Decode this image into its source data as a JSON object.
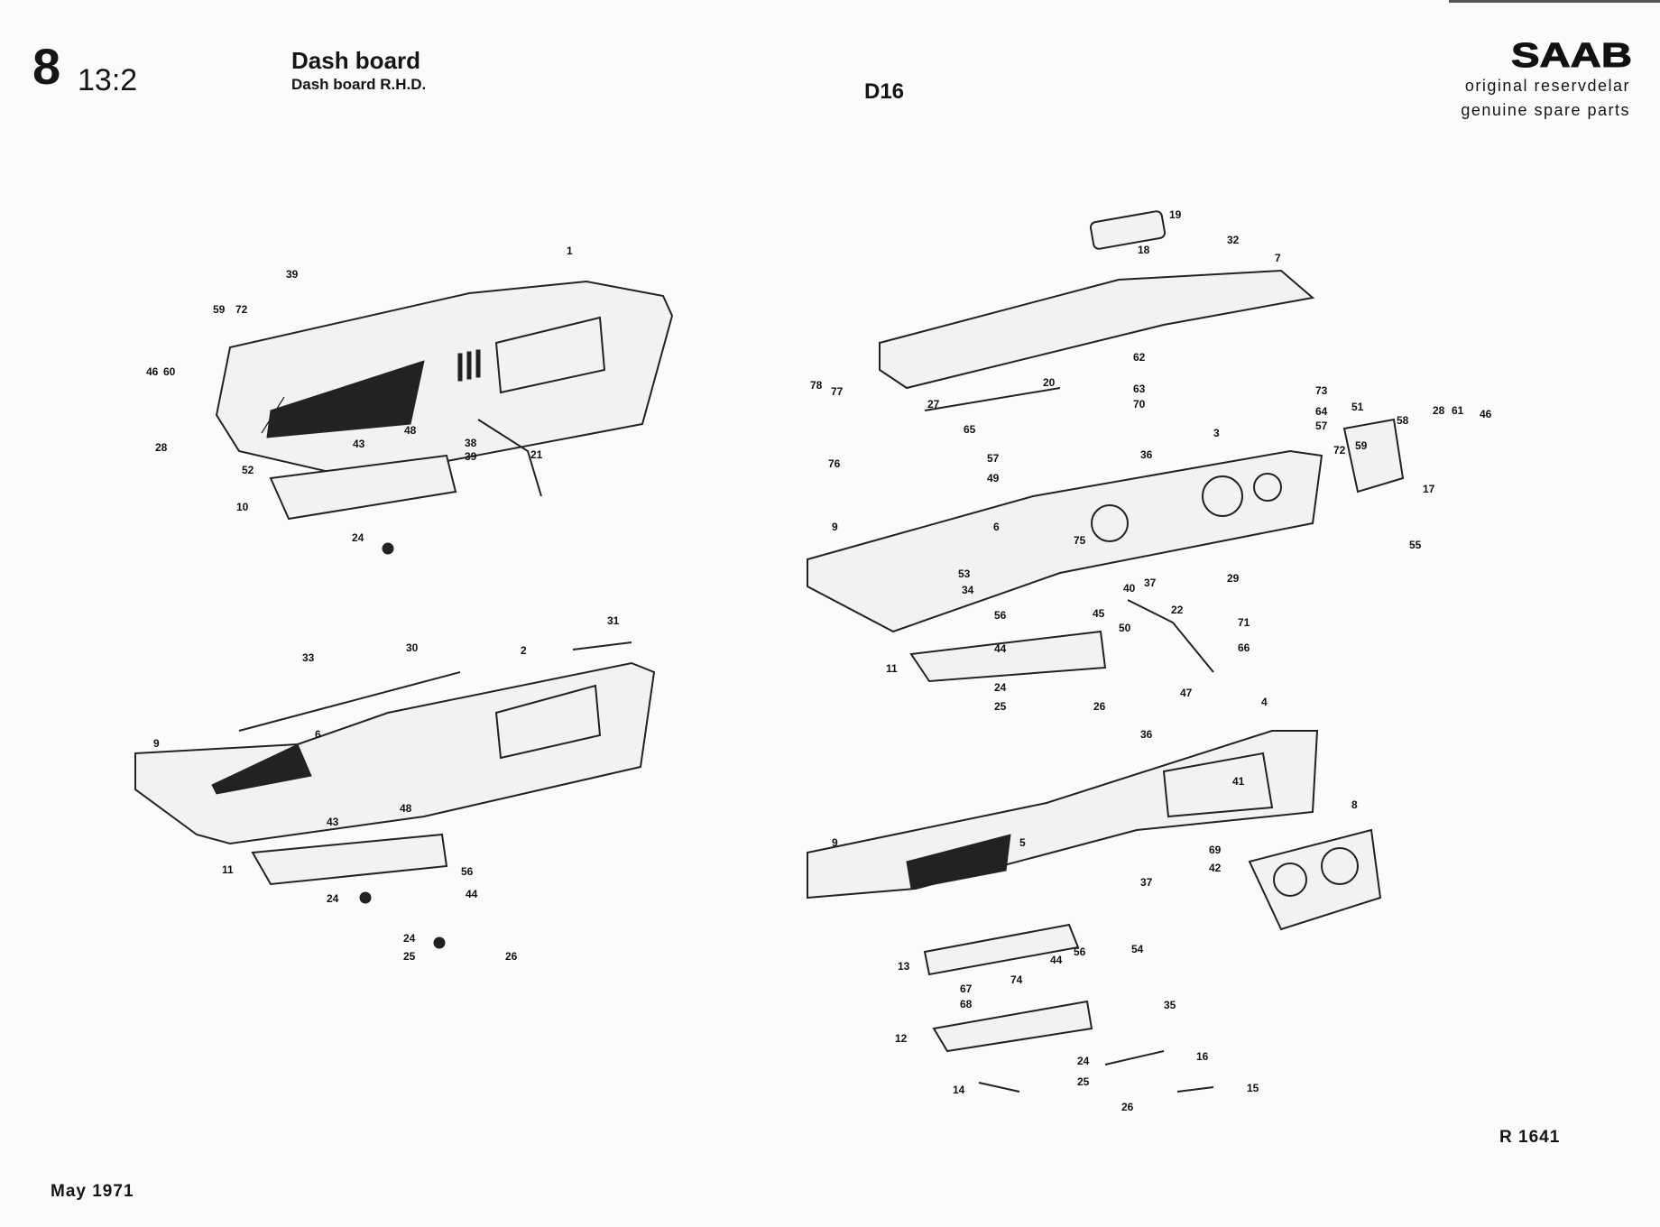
{
  "header": {
    "section_number": "8",
    "section_sub": "13:2",
    "title": "Dash board",
    "subtitle": "Dash board R.H.D.",
    "model": "D16",
    "brand_logo": "SAAB",
    "brand_line1": "original reservdelar",
    "brand_line2": "genuine spare parts"
  },
  "footer": {
    "reference": "R 1641",
    "date": "May 1971"
  },
  "callouts": {
    "a1": "1",
    "a39": "39",
    "a59": "59",
    "a72": "72",
    "a46": "46",
    "a60": "60",
    "a28": "28",
    "a43": "43",
    "a48": "48",
    "a38": "38",
    "a39b": "39",
    "a52": "52",
    "a21": "21",
    "a10": "10",
    "a24": "24",
    "b31": "31",
    "b33": "33",
    "b30": "30",
    "b2": "2",
    "b9": "9",
    "b6": "6",
    "b43": "43",
    "b48": "48",
    "b11": "11",
    "b56": "56",
    "b24": "24",
    "b44": "44",
    "b24b": "24",
    "b25": "25",
    "b26": "26",
    "c19": "19",
    "c18": "18",
    "c32": "32",
    "c7": "7",
    "c62": "62",
    "c20": "20",
    "c63": "63",
    "c70": "70",
    "c78": "78",
    "c77": "77",
    "c27": "27",
    "c65": "65",
    "c76": "76",
    "c57": "57",
    "c49": "49",
    "c73": "73",
    "c64": "64",
    "c57b": "57",
    "c51": "51",
    "c58": "58",
    "c28": "28",
    "c61": "61",
    "c46": "46",
    "c72": "72",
    "c59": "59",
    "c17": "17",
    "c55": "55",
    "c3": "3",
    "c36": "36",
    "c9": "9",
    "c6": "6",
    "c75": "75",
    "c53": "53",
    "c34": "34",
    "c37": "37",
    "c40": "40",
    "c29": "29",
    "c56": "56",
    "c45": "45",
    "c22": "22",
    "c71": "71",
    "c50": "50",
    "c66": "66",
    "c44": "44",
    "c11": "11",
    "c24": "24",
    "c25": "25",
    "c26": "26",
    "c47": "47",
    "d4": "4",
    "d36": "36",
    "d41": "41",
    "d9": "9",
    "d5": "5",
    "d8": "8",
    "d69": "69",
    "d42": "42",
    "d37": "37",
    "d13": "13",
    "d56": "56",
    "d54": "54",
    "d44": "44",
    "d67": "67",
    "d74": "74",
    "d68": "68",
    "d35": "35",
    "d12": "12",
    "d24": "24",
    "d16": "16",
    "d25": "25",
    "d14": "14",
    "d15": "15",
    "d26": "26"
  }
}
